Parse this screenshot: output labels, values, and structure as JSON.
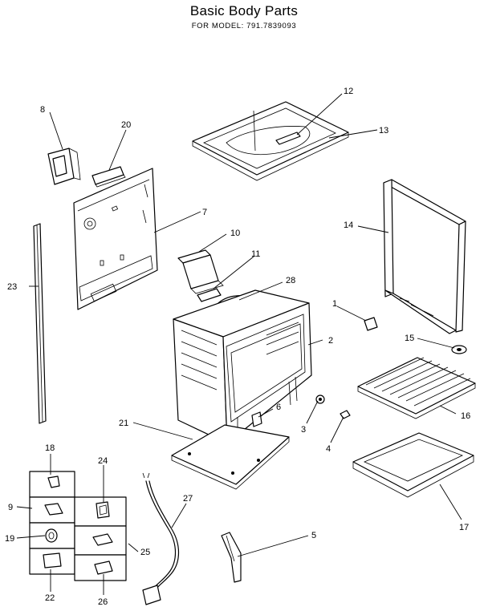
{
  "title": "Basic Body Parts",
  "model_label": "FOR MODEL:  791.7839093",
  "callouts": [
    {
      "id": "c1",
      "label": "1"
    },
    {
      "id": "c2",
      "label": "2"
    },
    {
      "id": "c3",
      "label": "3"
    },
    {
      "id": "c4",
      "label": "4"
    },
    {
      "id": "c5",
      "label": "5"
    },
    {
      "id": "c6",
      "label": "6"
    },
    {
      "id": "c7",
      "label": "7"
    },
    {
      "id": "c8",
      "label": "8"
    },
    {
      "id": "c9",
      "label": "9"
    },
    {
      "id": "c10",
      "label": "10"
    },
    {
      "id": "c11",
      "label": "11"
    },
    {
      "id": "c12",
      "label": "12"
    },
    {
      "id": "c13",
      "label": "13"
    },
    {
      "id": "c14",
      "label": "14"
    },
    {
      "id": "c15",
      "label": "15"
    },
    {
      "id": "c16",
      "label": "16"
    },
    {
      "id": "c17",
      "label": "17"
    },
    {
      "id": "c18",
      "label": "18"
    },
    {
      "id": "c19",
      "label": "19"
    },
    {
      "id": "c20",
      "label": "20"
    },
    {
      "id": "c21",
      "label": "21"
    },
    {
      "id": "c22",
      "label": "22"
    },
    {
      "id": "c23",
      "label": "23"
    },
    {
      "id": "c24",
      "label": "24"
    },
    {
      "id": "c25",
      "label": "25"
    },
    {
      "id": "c26",
      "label": "26"
    },
    {
      "id": "c27",
      "label": "27"
    },
    {
      "id": "c28",
      "label": "28"
    }
  ]
}
